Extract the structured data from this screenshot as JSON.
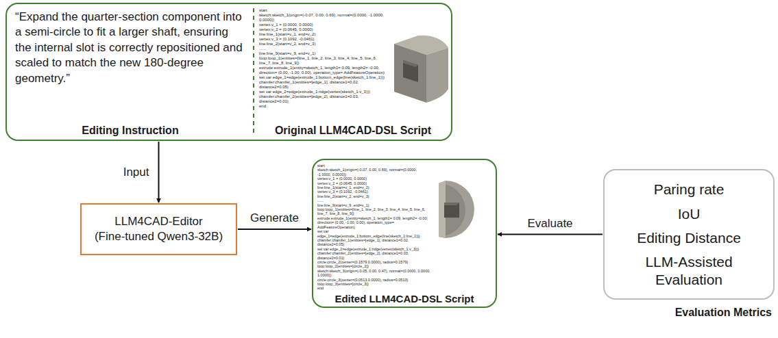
{
  "diagram": {
    "nodes": [
      {
        "text": [
          "“Expand the quarter-section component into a semi-circle to fit a larger shaft, ensuring the internal slot is correctly repositioned and scaled to match the new 180-degree geometry.”",
          "Editing Instruction",
          "start",
          "sketch:sketch_1(origin=(-0.07, 0.00, 0.69), normal=(0.0000, -1.0000, 0.0000))",
          "vertex:v_1 = (0.0000, 0.0000)",
          "vertex:v_2 = (0.0645, 0.0000)",
          "line:line_1(start=v_1, end=v_2)",
          "vertex:v_3 = (0.1092, -0.0461)",
          "line:line_2(start=v_2, end=v_3)",
          "......",
          "line:line_9(start=v_9, end=v_1)",
          "loop:loop_1(entities=[line_1, line_2, line_3, line_4, line_5, line_6, line_7, line_8, line_9])",
          "extrude:extrude_1(entity=sketch_1, length1= 0.09, length2= -0.00, direction= (0.00, -1.00, 0.00), operation_type= AddFeatureOperation)",
          "set var edge_1=edge(extrude_1:bottom_edge(line(sketch_1:line_1)))",
          "chamfer:chamfer_1(entities=[edge_1], distance1=0.02, distance2=0.05)",
          "set var edge_2=edge(extrude_1:ridge(vertex(sketch_1:v_3)))",
          "chamfer:chamfer_2(entities=[edge_2], distance1=0.03, distance2=0.01)",
          "end",
          "Original LLM4CAD-DSL Script"
        ]
      },
      {
        "text": [
          "LLM4CAD-Editor",
          "(Fine-tuned Qwen3-32B)"
        ]
      },
      {
        "text": [
          "start",
          "sketch:sketch_1(origin=(-0.07, 0.00, 0.69), normal=(0.0000, -1.0000, 0.0000))",
          "vertex:v_1 = (0.0000, 0.0000)",
          "vertex:v_2 = (0.0645, 0.0000)",
          "line:line_1(start=v_1, end=v_2)",
          "vertex:v_3 = (0.1092, -0.0461)",
          "line:line_2(start=v_2, end=v_3)",
          "......",
          "line:line_9(start=v_9, end=v_1)",
          "loop:loop_1(entities=[line_1, line_2, line_3, line_4, line_5, line_6, line_7, line_8, line_9])",
          "extrude:extrude_1(entity=sketch_1, length1= 0.09, length2= -0.00, direction= (0.00, -1.00, 0.00), operation_type= AddFeatureOperation)",
          "set var edge_1=edge(extrude_1:bottom_edge(line(sketch_1:line_1)))",
          "chamfer:chamfer_1(entities=[edge_1], distance1=0.02, distance2=0.05)",
          "set var edge_2=edge(extrude_1:ridge(vertex(sketch_1:v_3)))",
          "chamfer:chamfer_2(entities=[edge_2], distance1=0.03, distance2=0.01)",
          "circle:circle_2(center=(0.1579,0.0000), radius=0.1579)",
          "loop:loop_2(entities=[circle_2])",
          "sketch:sketch_3(origin=(-0.05, 0.00, 0.47), normal=(0.0000, 0.0000, 1.0000))",
          "circle:circle_3(center=(0.0513,0.0000), radius=0.0513)",
          "loop:loop_3(entities=[circle_3])",
          "end",
          "Edited LLM4CAD-DSL Script"
        ]
      },
      {
        "text": [
          "Paring rate",
          "IoU",
          "Editing Distance",
          "LLM-Assisted Evaluation",
          "Evaluation Metrics"
        ]
      }
    ],
    "edges": [
      {
        "from": 0,
        "to": 1,
        "arrow": "to",
        "label": "Input"
      },
      {
        "from": 1,
        "to": 2,
        "arrow": "to",
        "label": "Generate"
      },
      {
        "from": 3,
        "to": 2,
        "arrow": "to",
        "label": "Evaluate"
      }
    ]
  }
}
